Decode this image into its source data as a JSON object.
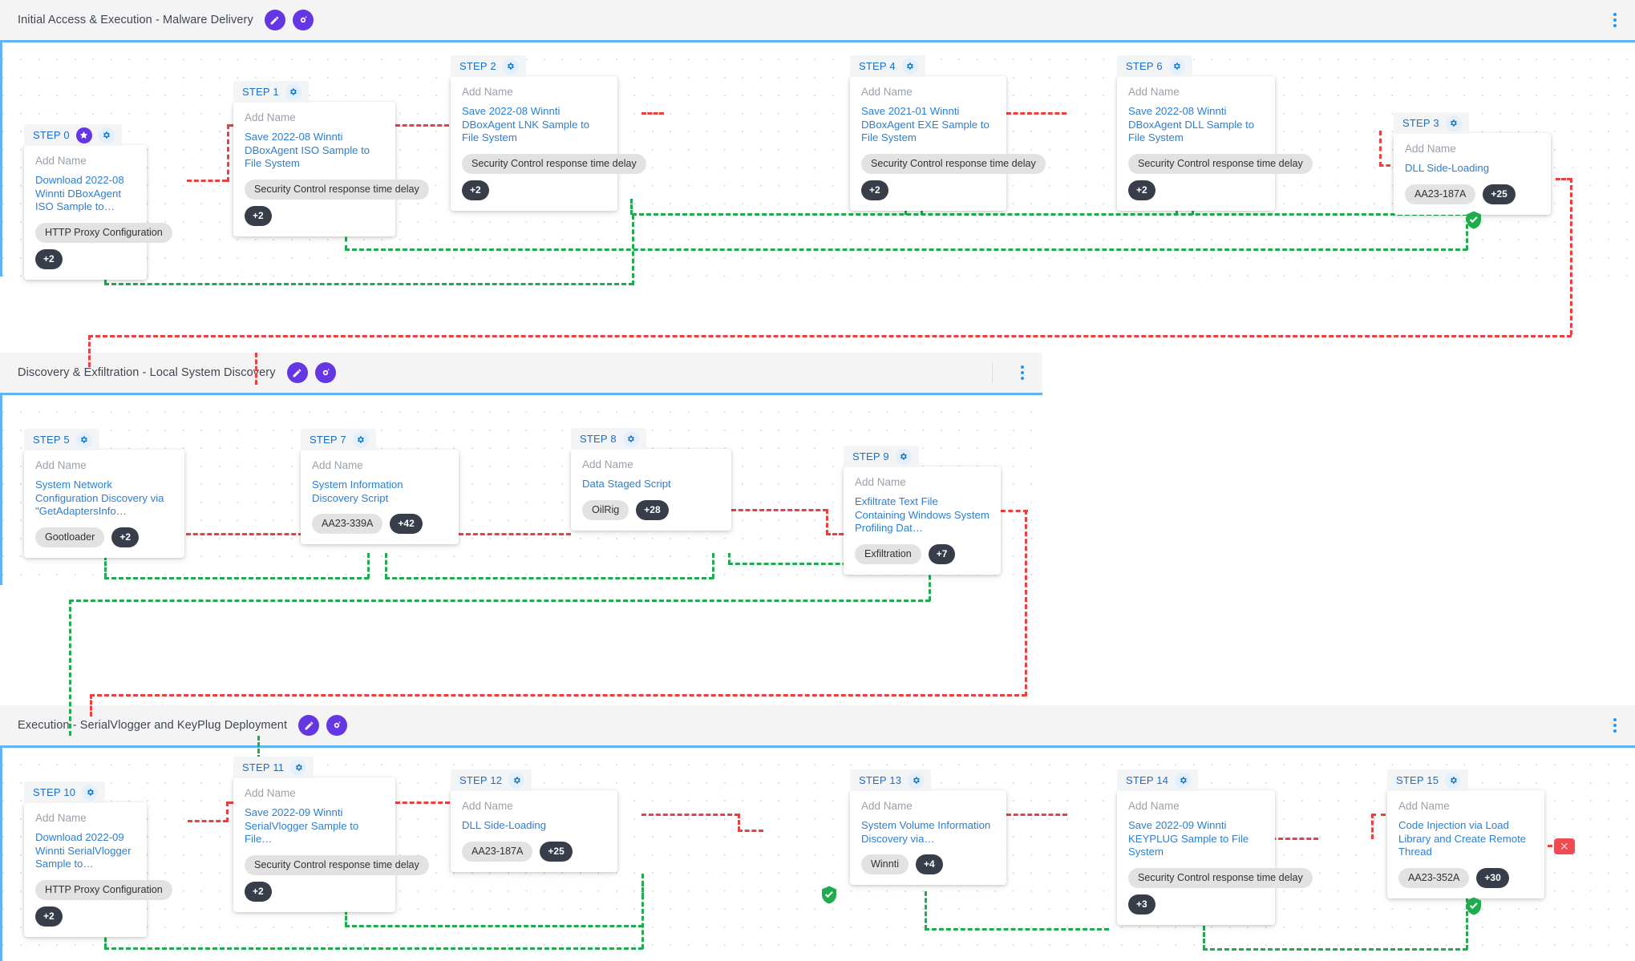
{
  "sections": [
    {
      "id": "initial-access",
      "title": "Initial Access & Execution - Malware Delivery",
      "edit_icon": "pencil-icon",
      "magic_icon": "magic-wand-icon",
      "menu_icon": "kebab-menu-icon"
    },
    {
      "id": "discovery-exfiltration",
      "title": "Discovery & Exfiltration - Local System Discovery",
      "edit_icon": "pencil-icon",
      "magic_icon": "magic-wand-icon",
      "menu_icon": "kebab-menu-icon"
    },
    {
      "id": "execution-serialvlogger",
      "title": "Execution - SerialVlogger and KeyPlug Deployment",
      "edit_icon": "pencil-icon",
      "magic_icon": "magic-wand-icon",
      "menu_icon": "kebab-menu-icon"
    }
  ],
  "add_name_placeholder": "Add Name",
  "nodes": [
    {
      "step": "STEP 0",
      "has_star": true,
      "name_placeholder": "Add Name",
      "description": "Download 2022-08 Winnti DBoxAgent ISO Sample to…",
      "chips": [
        "HTTP Proxy Configuration"
      ],
      "count": "+2",
      "stacked": true
    },
    {
      "step": "STEP 1",
      "has_star": false,
      "name_placeholder": "Add Name",
      "description": "Save 2022-08 Winnti DBoxAgent ISO Sample to File System",
      "chips": [
        "Security Control response time delay"
      ],
      "count": "+2",
      "stacked": true
    },
    {
      "step": "STEP 2",
      "has_star": false,
      "name_placeholder": "Add Name",
      "description": "Save 2022-08 Winnti DBoxAgent LNK Sample to File System",
      "chips": [
        "Security Control response time delay"
      ],
      "count": "+2",
      "stacked": true
    },
    {
      "step": "STEP 4",
      "has_star": false,
      "name_placeholder": "Add Name",
      "description": "Save 2021-01 Winnti DBoxAgent EXE Sample to File System",
      "chips": [
        "Security Control response time delay"
      ],
      "count": "+2",
      "stacked": true
    },
    {
      "step": "STEP 6",
      "has_star": false,
      "name_placeholder": "Add Name",
      "description": "Save 2022-08 Winnti DBoxAgent DLL Sample to File System",
      "chips": [
        "Security Control response time delay"
      ],
      "count": "+2",
      "stacked": true
    },
    {
      "step": "STEP 3",
      "has_star": false,
      "name_placeholder": "Add Name",
      "description": "DLL Side-Loading",
      "chips": [
        "AA23-187A"
      ],
      "count": "+25",
      "stacked": false
    },
    {
      "step": "STEP 5",
      "has_star": false,
      "name_placeholder": "Add Name",
      "description": "System Network Configuration Discovery via \"GetAdaptersInfo…",
      "chips": [
        "Gootloader"
      ],
      "count": "+2",
      "stacked": false
    },
    {
      "step": "STEP 7",
      "has_star": false,
      "name_placeholder": "Add Name",
      "description": "System Information Discovery Script",
      "chips": [
        "AA23-339A"
      ],
      "count": "+42",
      "stacked": false
    },
    {
      "step": "STEP 8",
      "has_star": false,
      "name_placeholder": "Add Name",
      "description": "Data Staged Script",
      "chips": [
        "OilRig"
      ],
      "count": "+28",
      "stacked": false
    },
    {
      "step": "STEP 9",
      "has_star": false,
      "name_placeholder": "Add Name",
      "description": "Exfiltrate Text File Containing Windows System Profiling Dat…",
      "chips": [
        "Exfiltration"
      ],
      "count": "+7",
      "stacked": false
    },
    {
      "step": "STEP 10",
      "has_star": false,
      "name_placeholder": "Add Name",
      "description": "Download 2022-09 Winnti SerialVlogger Sample to…",
      "chips": [
        "HTTP Proxy Configuration"
      ],
      "count": "+2",
      "stacked": true
    },
    {
      "step": "STEP 11",
      "has_star": false,
      "name_placeholder": "Add Name",
      "description": "Save 2022-09 Winnti SerialVlogger Sample to File…",
      "chips": [
        "Security Control response time delay"
      ],
      "count": "+2",
      "stacked": true
    },
    {
      "step": "STEP 12",
      "has_star": false,
      "name_placeholder": "Add Name",
      "description": "DLL Side-Loading",
      "chips": [
        "AA23-187A"
      ],
      "count": "+25",
      "stacked": false
    },
    {
      "step": "STEP 13",
      "has_star": false,
      "name_placeholder": "Add Name",
      "description": "System Volume Information Discovery via…",
      "chips": [
        "Winnti"
      ],
      "count": "+4",
      "stacked": false
    },
    {
      "step": "STEP 14",
      "has_star": false,
      "name_placeholder": "Add Name",
      "description": "Save 2022-09 Winnti KEYPLUG Sample to File System",
      "chips": [
        "Security Control response time delay"
      ],
      "count": "+3",
      "stacked": true
    },
    {
      "step": "STEP 15",
      "has_star": false,
      "name_placeholder": "Add Name",
      "description": "Code Injection via Load Library and Create Remote Thread",
      "chips": [
        "AA23-352A"
      ],
      "count": "+30",
      "stacked": false
    }
  ],
  "status_badges": [
    {
      "type": "shield-check-icon",
      "status": "prevented"
    },
    {
      "type": "close-x-icon",
      "status": "not-prevented"
    }
  ],
  "colors": {
    "accent_purple": "#6536e3",
    "link_blue": "#2b7fd4",
    "canvas_border_blue": "#62b3ef",
    "edge_blocked_red": "#ec4040",
    "edge_allowed_green": "#21ab4f",
    "count_badge": "#373d49",
    "chip_grey": "#e2e2e2",
    "success_green": "#21ab4f",
    "fail_red": "#ef4b52"
  }
}
